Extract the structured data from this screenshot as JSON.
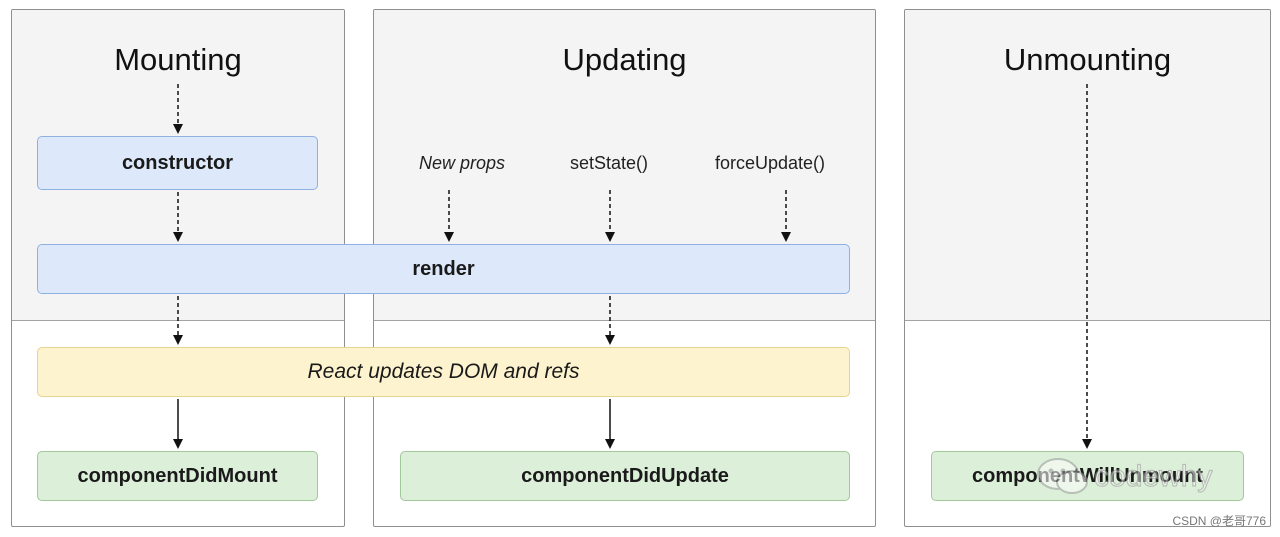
{
  "panels": {
    "mounting": {
      "title": "Mounting"
    },
    "updating": {
      "title": "Updating"
    },
    "unmounting": {
      "title": "Unmounting"
    }
  },
  "triggers": {
    "new_props": "New props",
    "set_state": "setState()",
    "force_update": "forceUpdate()"
  },
  "boxes": {
    "constructor": "constructor",
    "render": "render",
    "react_updates": "React updates DOM and refs",
    "component_did_mount": "componentDidMount",
    "component_did_update": "componentDidUpdate",
    "component_will_unmount": "componentWillUnmount"
  },
  "overlay_watermark_text": "codewhy",
  "watermark": "CSDN @老哥776",
  "colors": {
    "render_phase_bg": "#dde9fb",
    "commit_dom_bg": "#fdf3cf",
    "commit_lifecycle_bg": "#dcefd9"
  }
}
